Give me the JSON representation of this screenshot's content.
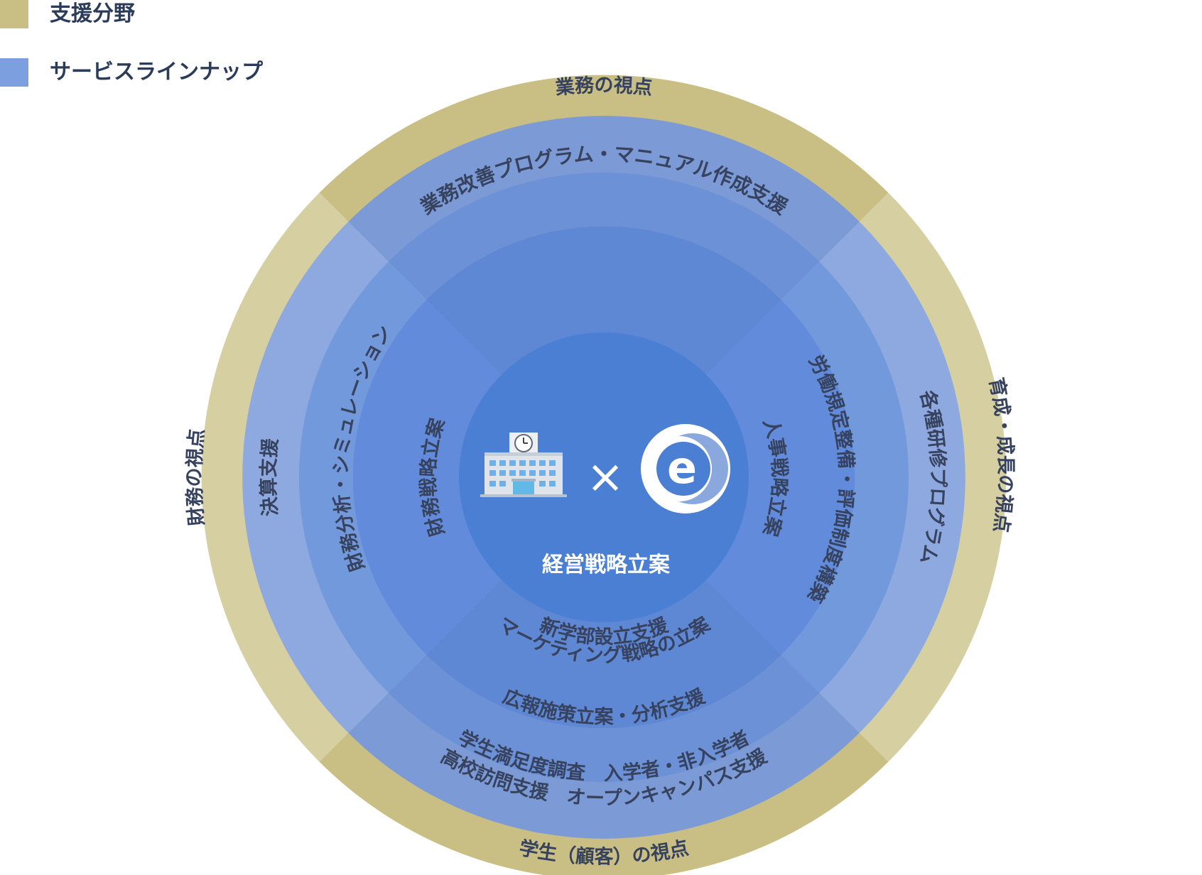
{
  "legend": [
    {
      "label": "支援分野",
      "color": "#c9bf84"
    },
    {
      "label": "サービスラインナップ",
      "color": "#7b9fdf"
    }
  ],
  "perspectives": {
    "top": "業務の視点",
    "left": "財務の視点",
    "right": "育成・成長の視点",
    "bottom": "学生（顧客）の視点"
  },
  "services": {
    "top": "業務改善プログラム・マニュアル作成支援",
    "left_outer": "決算支援",
    "left_mid": "財務分析・シミュレーション",
    "left_inner": "財務戦略立案",
    "right_inner": "人事戦略立案",
    "right_mid": "労働規定整備・評価制度構築",
    "right_outer": "各種研修プログラム",
    "bottom_inner_1": "新学部設立支援",
    "bottom_inner_2": "マーケティング戦略の立案",
    "bottom_mid": "広報施策立案・分析支援",
    "bottom_outer_1": "学生満足度調査　入学者・非入学者",
    "bottom_outer_2": "高校訪問支援　オープンキャンパス支援"
  },
  "center": {
    "title": "経営戦略立案",
    "times_symbol": "×",
    "logo_letter": "e",
    "building_icon": "building-icon",
    "logo_icon": "e-logo-icon"
  },
  "colors": {
    "gold": "#c9bf84",
    "gold_light": "#d5cfa1",
    "blue_ring": "#7b9fdf",
    "blue_core": "#4a7fd4"
  }
}
